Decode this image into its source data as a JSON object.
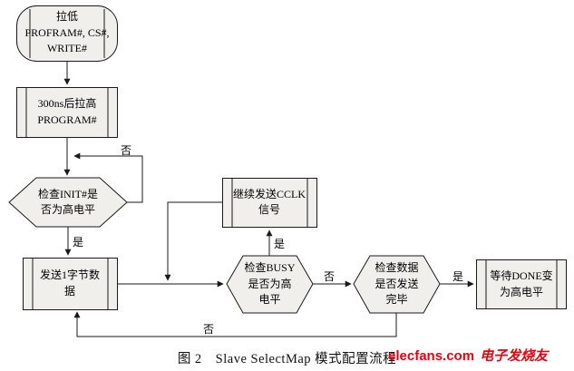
{
  "figure": {
    "caption": "图 2　Slave SelectMap 模式配置流程"
  },
  "watermark": {
    "brand": "elecfans",
    "domain": ".com",
    "tagline": "电子发烧友"
  },
  "nodes": {
    "start": {
      "label": "拉低\nPROFRAM#, CS#,\nWRITE#"
    },
    "pull_high": {
      "label": "300ns后拉高\nPROGRAM#"
    },
    "check_init": {
      "label": "检查INIT#是\n否为高电平"
    },
    "send_byte": {
      "label": "发送1字节数\n据"
    },
    "send_cclk": {
      "label": "继续发送CCLK\n信号"
    },
    "check_busy": {
      "label": "检查BUSY\n是否为高\n电平"
    },
    "check_sent": {
      "label": "检查数据\n是否发送\n完毕"
    },
    "wait_done": {
      "label": "等待DONE变\n为高电平"
    }
  },
  "edges": {
    "init_no": "否",
    "init_yes": "是",
    "busy_yes": "是",
    "busy_no": "否",
    "sent_yes": "是",
    "sent_no": "否"
  },
  "colors": {
    "shape_fill": "#f1efec",
    "line": "#1a1a1a",
    "watermark_red": "#e60012"
  }
}
